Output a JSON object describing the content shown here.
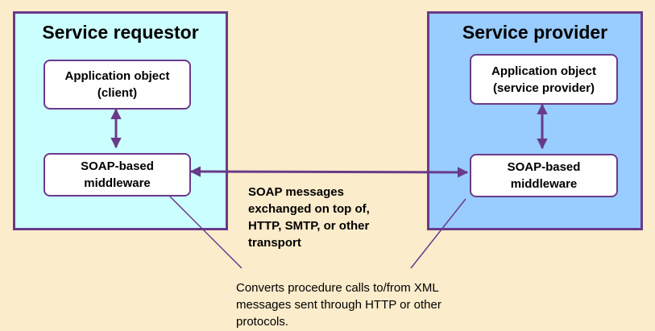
{
  "requestor": {
    "title": "Service requestor",
    "app_line1": "Application object",
    "app_line2": "(client)",
    "mw_line1": "SOAP-based",
    "mw_line2": "middleware"
  },
  "provider": {
    "title": "Service provider",
    "app_line1": "Application object",
    "app_line2": "(service provider)",
    "mw_line1": "SOAP-based",
    "mw_line2": "middleware"
  },
  "soap_note": {
    "line1": "SOAP messages",
    "line2": "exchanged on top of,",
    "line3": "HTTP, SMTP, or other",
    "line4": "transport"
  },
  "converts_note": {
    "line1": "Converts procedure calls to/from XML",
    "line2": "messages sent through HTTP or other",
    "line3": "protocols."
  },
  "colors": {
    "background": "#fbeccb",
    "requestor_fill": "#ccffff",
    "provider_fill": "#99ccff",
    "border": "#6a3a8a"
  }
}
